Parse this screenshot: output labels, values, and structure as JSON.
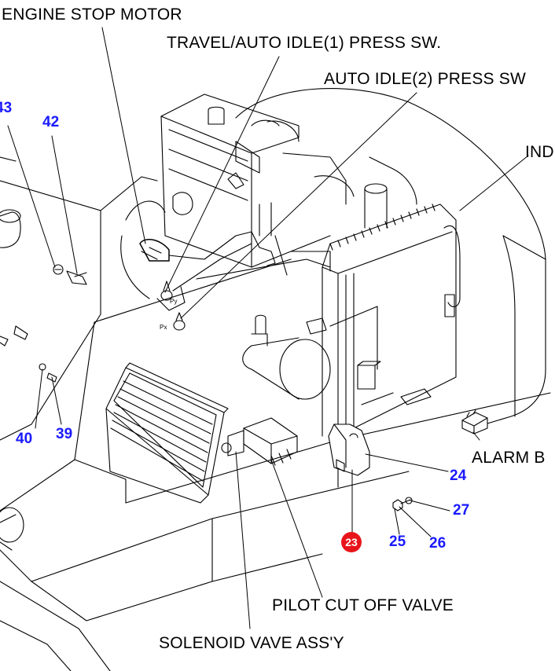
{
  "colors": {
    "callout": "#1a1aff",
    "highlight": "#e8141b",
    "line": "#000000",
    "background": "#ffffff"
  },
  "labels": {
    "engine_stop_motor": "ENGINE STOP MOTOR",
    "travel_auto_idle": "TRAVEL/AUTO IDLE(1) PRESS SW.",
    "auto_idle_2": "AUTO IDLE(2) PRESS SW",
    "ind": "IND",
    "alarm": "ALARM B",
    "pilot_cut_off": "PILOT CUT OFF VALVE",
    "solenoid": "SOLENOID VAVE ASS'Y"
  },
  "port_marks": {
    "py": "Py",
    "px": "Px"
  },
  "callouts": {
    "c43": "43",
    "c42": "42",
    "c40": "40",
    "c39": "39",
    "c24": "24",
    "c27": "27",
    "c23": "23",
    "c25": "25",
    "c26": "26"
  }
}
